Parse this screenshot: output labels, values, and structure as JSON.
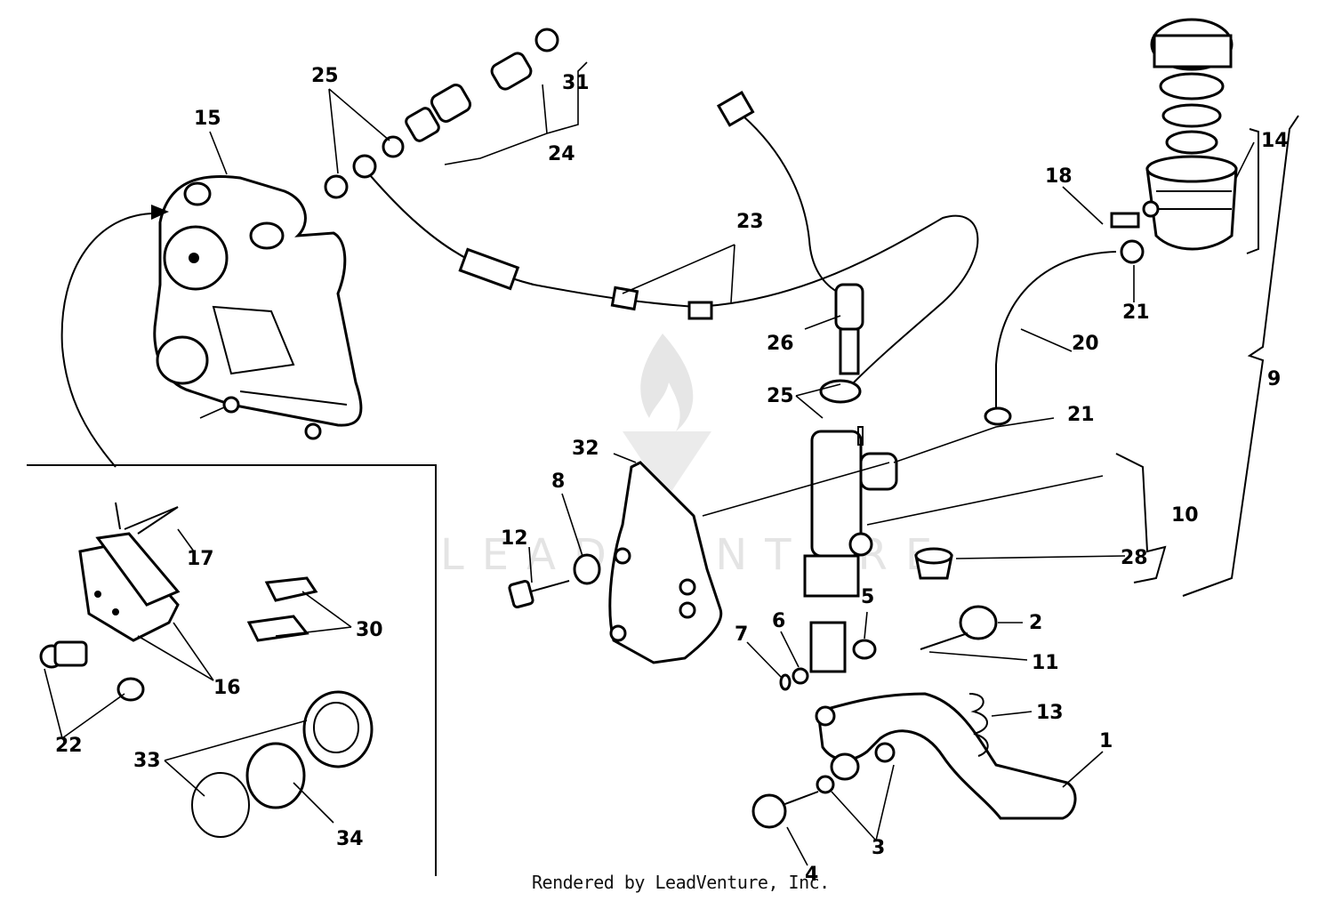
{
  "watermark": {
    "logo_icon": "leadventure-flame-logo-icon",
    "text": "LEADVENTURE"
  },
  "footer": {
    "credit": "Rendered by LeadVenture, Inc."
  },
  "callouts": {
    "c1": "1",
    "c2": "2",
    "c3": "3",
    "c4": "4",
    "c5": "5",
    "c6": "6",
    "c7": "7",
    "c8": "8",
    "c9": "9",
    "c10": "10",
    "c11": "11",
    "c12": "12",
    "c13": "13",
    "c14": "14",
    "c15": "15",
    "c16": "16",
    "c17": "17",
    "c18": "18",
    "c20": "20",
    "c21a": "21",
    "c21b": "21",
    "c22": "22",
    "c23": "23",
    "c24": "24",
    "c25a": "25",
    "c25b": "25",
    "c26": "26",
    "c28": "28",
    "c30": "30",
    "c31": "31",
    "c32": "32",
    "c33": "33",
    "c34": "34"
  },
  "colors": {
    "ink": "#000000",
    "paper": "#ffffff",
    "watermark": "#e4e4e4"
  }
}
